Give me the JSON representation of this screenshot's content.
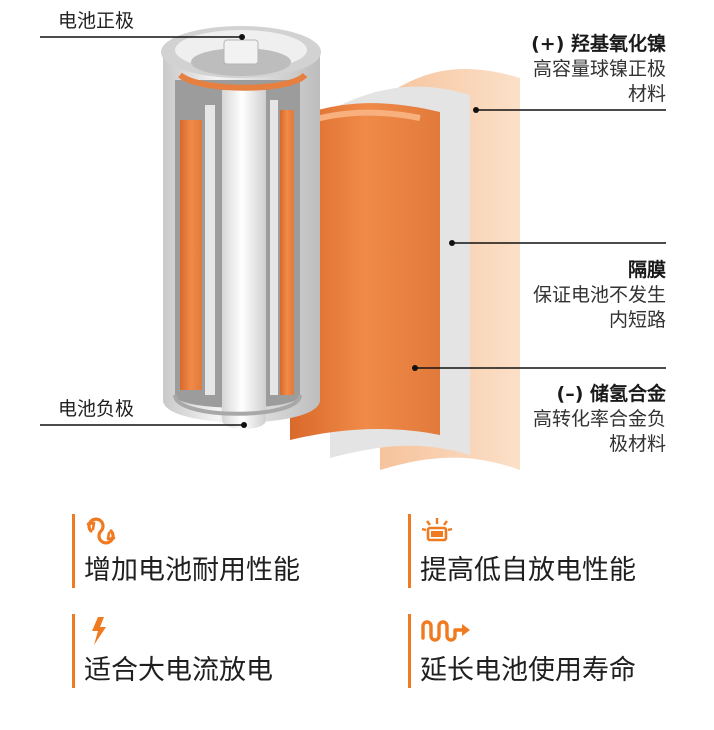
{
  "labels": {
    "positive_terminal": "电池正极",
    "negative_terminal": "电池负极"
  },
  "callouts": [
    {
      "title": "(+) 羟基氧化镍",
      "desc": [
        "高容量球镍正极",
        "材料"
      ]
    },
    {
      "title": "隔膜",
      "desc": [
        "保证电池不发生",
        "内短路"
      ]
    },
    {
      "title": "(–) 储氢合金",
      "desc": [
        "高转化率合金负",
        "极材料"
      ]
    }
  ],
  "features": [
    {
      "icon": "cycle-arrows-icon",
      "text": "增加电池耐用性能"
    },
    {
      "icon": "battery-glow-icon",
      "text": "提高低自放电性能"
    },
    {
      "icon": "lightning-icon",
      "text": "适合大电流放电"
    },
    {
      "icon": "wave-arrow-icon",
      "text": "延长电池使用寿命"
    }
  ],
  "colors": {
    "accent": "#f07a1f",
    "copper": "#e8843f",
    "line": "#111111"
  }
}
